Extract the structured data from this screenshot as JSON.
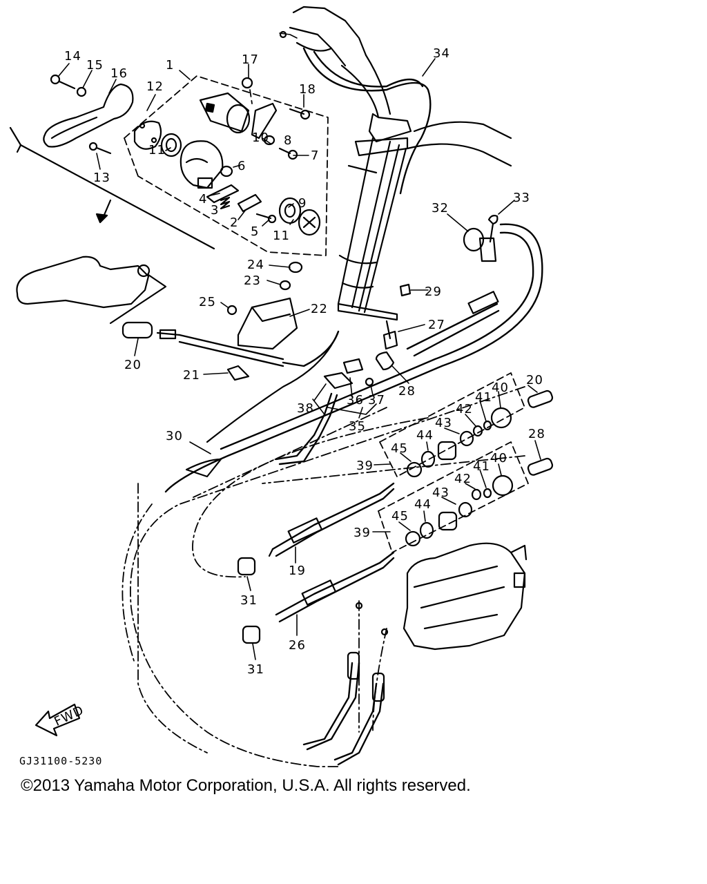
{
  "diagram": {
    "callouts": [
      "1",
      "2",
      "3",
      "4",
      "5",
      "6",
      "7",
      "8",
      "9",
      "10",
      "11",
      "11",
      "12",
      "13",
      "14",
      "15",
      "16",
      "17",
      "18",
      "19",
      "20",
      "20",
      "21",
      "22",
      "23",
      "24",
      "25",
      "26",
      "27",
      "28",
      "28",
      "29",
      "30",
      "31",
      "31",
      "32",
      "33",
      "34",
      "35",
      "36",
      "37",
      "38",
      "39",
      "39",
      "40",
      "40",
      "41",
      "41",
      "42",
      "42",
      "43",
      "43",
      "44",
      "44",
      "45",
      "45"
    ],
    "fwd_label": "FWD",
    "drawing_code": "GJ31100-5230"
  },
  "footer": {
    "copyright": "©2013 Yamaha Motor Corporation, U.S.A. All rights reserved."
  }
}
